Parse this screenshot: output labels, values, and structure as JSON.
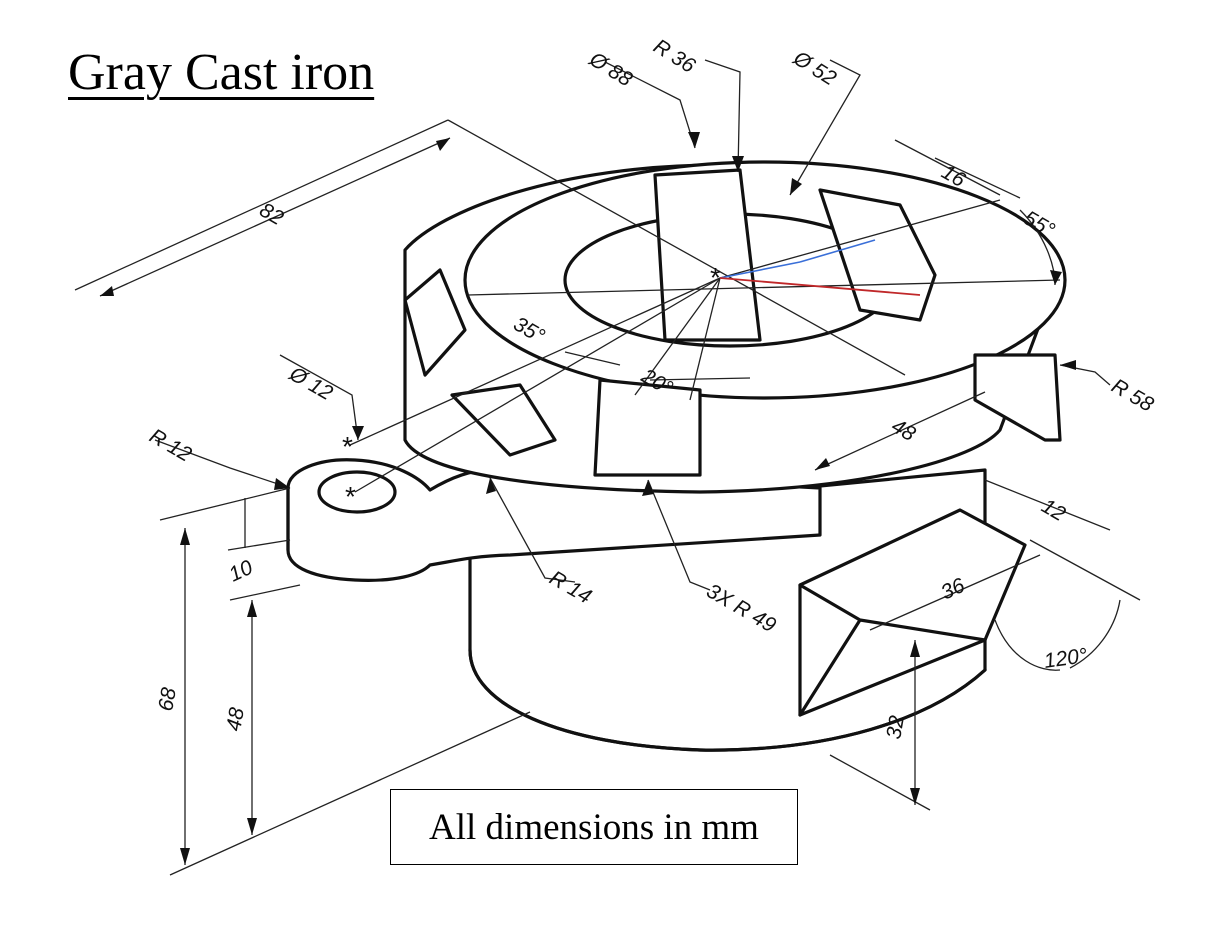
{
  "title": "Gray Cast iron",
  "note": "All dimensions in mm",
  "dimensions": {
    "r36": "R 36",
    "d88": "Ø 88",
    "d52": "Ø 52",
    "d16": "16",
    "a55": "55°",
    "d82": "82",
    "a35": "35°",
    "a20": "20°",
    "d12": "Ø 12",
    "r12": "R 12",
    "d10": "10",
    "r14": "R 14",
    "r49": "3X R 49",
    "d48top": "48",
    "r58": "R 58",
    "t12": "12",
    "d36": "36",
    "a120": "120°",
    "d32": "32",
    "d68": "68",
    "d48side": "48"
  },
  "colors": {
    "line": "#111111",
    "accent_blue": "#3a6fd8",
    "accent_red": "#c0282a"
  }
}
